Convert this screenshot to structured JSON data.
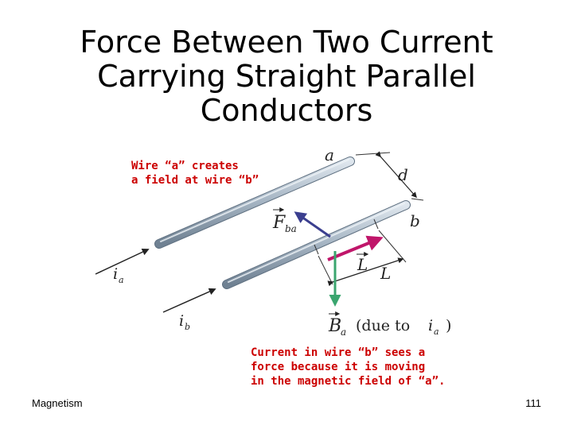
{
  "slide": {
    "title_lines": [
      "Force Between Two Current",
      "Carrying Straight Parallel",
      "Conductors"
    ],
    "footer_left": "Magnetism",
    "page_number": "111"
  },
  "annotations": {
    "wire_a_note": [
      "Wire “a” creates",
      "a field at wire “b”"
    ],
    "wire_b_note": [
      "Current in wire “b” sees a",
      "force because it is moving",
      "in the magnetic field of “a”."
    ]
  },
  "diagram": {
    "wire_a_label": "a",
    "wire_b_label": "b",
    "separation_label": "d",
    "current_a_label": "i",
    "current_a_sub": "a",
    "current_b_label": "i",
    "current_b_sub": "b",
    "force_label": "F",
    "force_sub": "ba",
    "length_label": "L",
    "length_label_2": "L",
    "field_label": "B",
    "field_sub": "a",
    "field_note_prefix": "(due to ",
    "field_note_var": "i",
    "field_note_sub": "a",
    "field_note_suffix": ")",
    "colors": {
      "wire": "#a9b8c6",
      "force_vector": "#3b3f8f",
      "length_vector": "#c0166a",
      "field_vector": "#3aa56e",
      "note_text": "#cc0000"
    }
  }
}
